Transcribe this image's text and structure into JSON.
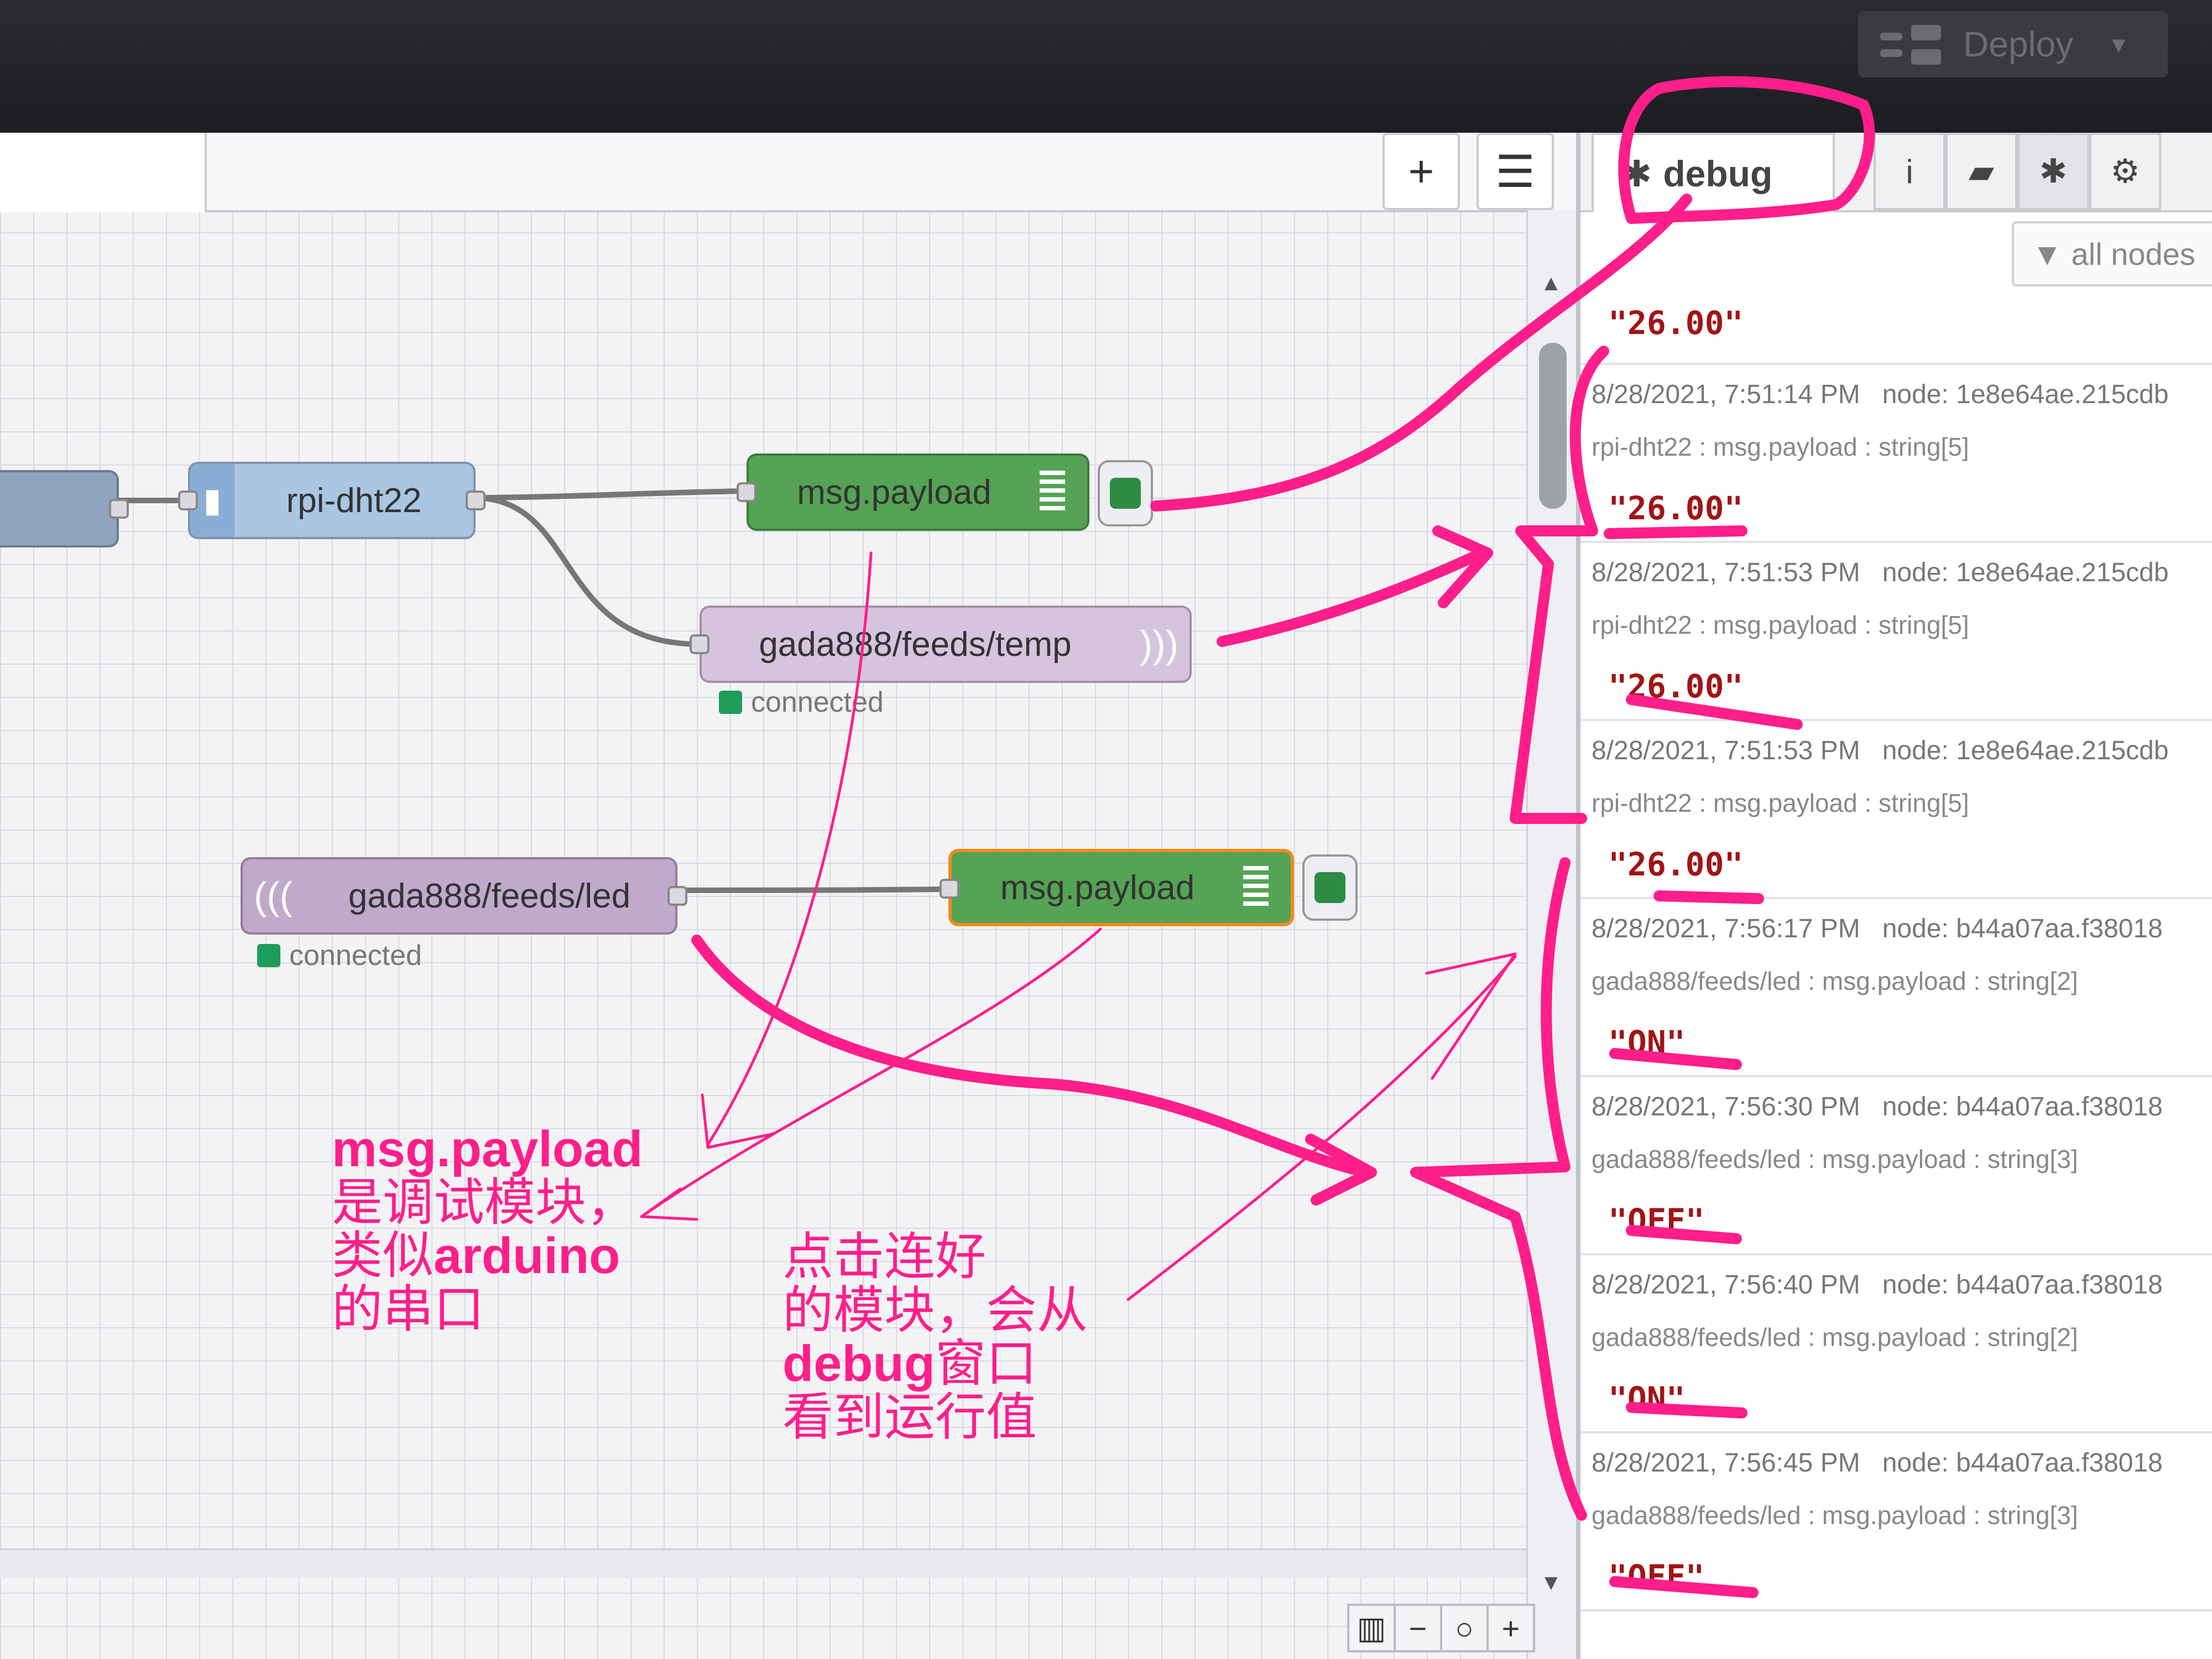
{
  "header": {
    "deploy_label": "Deploy"
  },
  "workspace": {
    "add_label": "+",
    "list_label": "☰"
  },
  "nodes": {
    "rpi": {
      "label": "rpi-dht22"
    },
    "debug1": {
      "label": "msg.payload"
    },
    "mqtt_out": {
      "label": "gada888/feeds/temp",
      "status": "connected"
    },
    "mqtt_in": {
      "label": "gada888/feeds/led",
      "status": "connected"
    },
    "debug2": {
      "label": "msg.payload"
    }
  },
  "sidebar": {
    "tab_debug": "debug",
    "tab_info": "i",
    "filter_label": "all nodes",
    "first_value": "\"26.00\"",
    "messages": [
      {
        "time": "8/28/2021, 7:51:14 PM",
        "node": "node: 1e8e64ae.215cdb",
        "topic": "rpi-dht22 : msg.payload : string[5]",
        "value": "\"26.00\""
      },
      {
        "time": "8/28/2021, 7:51:53 PM",
        "node": "node: 1e8e64ae.215cdb",
        "topic": "rpi-dht22 : msg.payload : string[5]",
        "value": "\"26.00\""
      },
      {
        "time": "8/28/2021, 7:51:53 PM",
        "node": "node: 1e8e64ae.215cdb",
        "topic": "rpi-dht22 : msg.payload : string[5]",
        "value": "\"26.00\""
      },
      {
        "time": "8/28/2021, 7:56:17 PM",
        "node": "node: b44a07aa.f38018",
        "topic": "gada888/feeds/led : msg.payload : string[2]",
        "value": "\"ON\""
      },
      {
        "time": "8/28/2021, 7:56:30 PM",
        "node": "node: b44a07aa.f38018",
        "topic": "gada888/feeds/led : msg.payload : string[3]",
        "value": "\"OFF\""
      },
      {
        "time": "8/28/2021, 7:56:40 PM",
        "node": "node: b44a07aa.f38018",
        "topic": "gada888/feeds/led : msg.payload : string[2]",
        "value": "\"ON\""
      },
      {
        "time": "8/28/2021, 7:56:45 PM",
        "node": "node: b44a07aa.f38018",
        "topic": "gada888/feeds/led : msg.payload : string[3]",
        "value": "\"OFF\""
      }
    ]
  },
  "annotations": {
    "left": {
      "line1": "msg.payload",
      "line2": "是调试模块，",
      "line3_prefix": "类似",
      "line3_word": "arduino",
      "line4": "的串口"
    },
    "right": {
      "line1": "点击连好",
      "line2": "的模块，会从",
      "line3_word": "debug",
      "line3_suffix": "窗口",
      "line4": "看到运行值"
    },
    "color": "#ff1e8a"
  }
}
